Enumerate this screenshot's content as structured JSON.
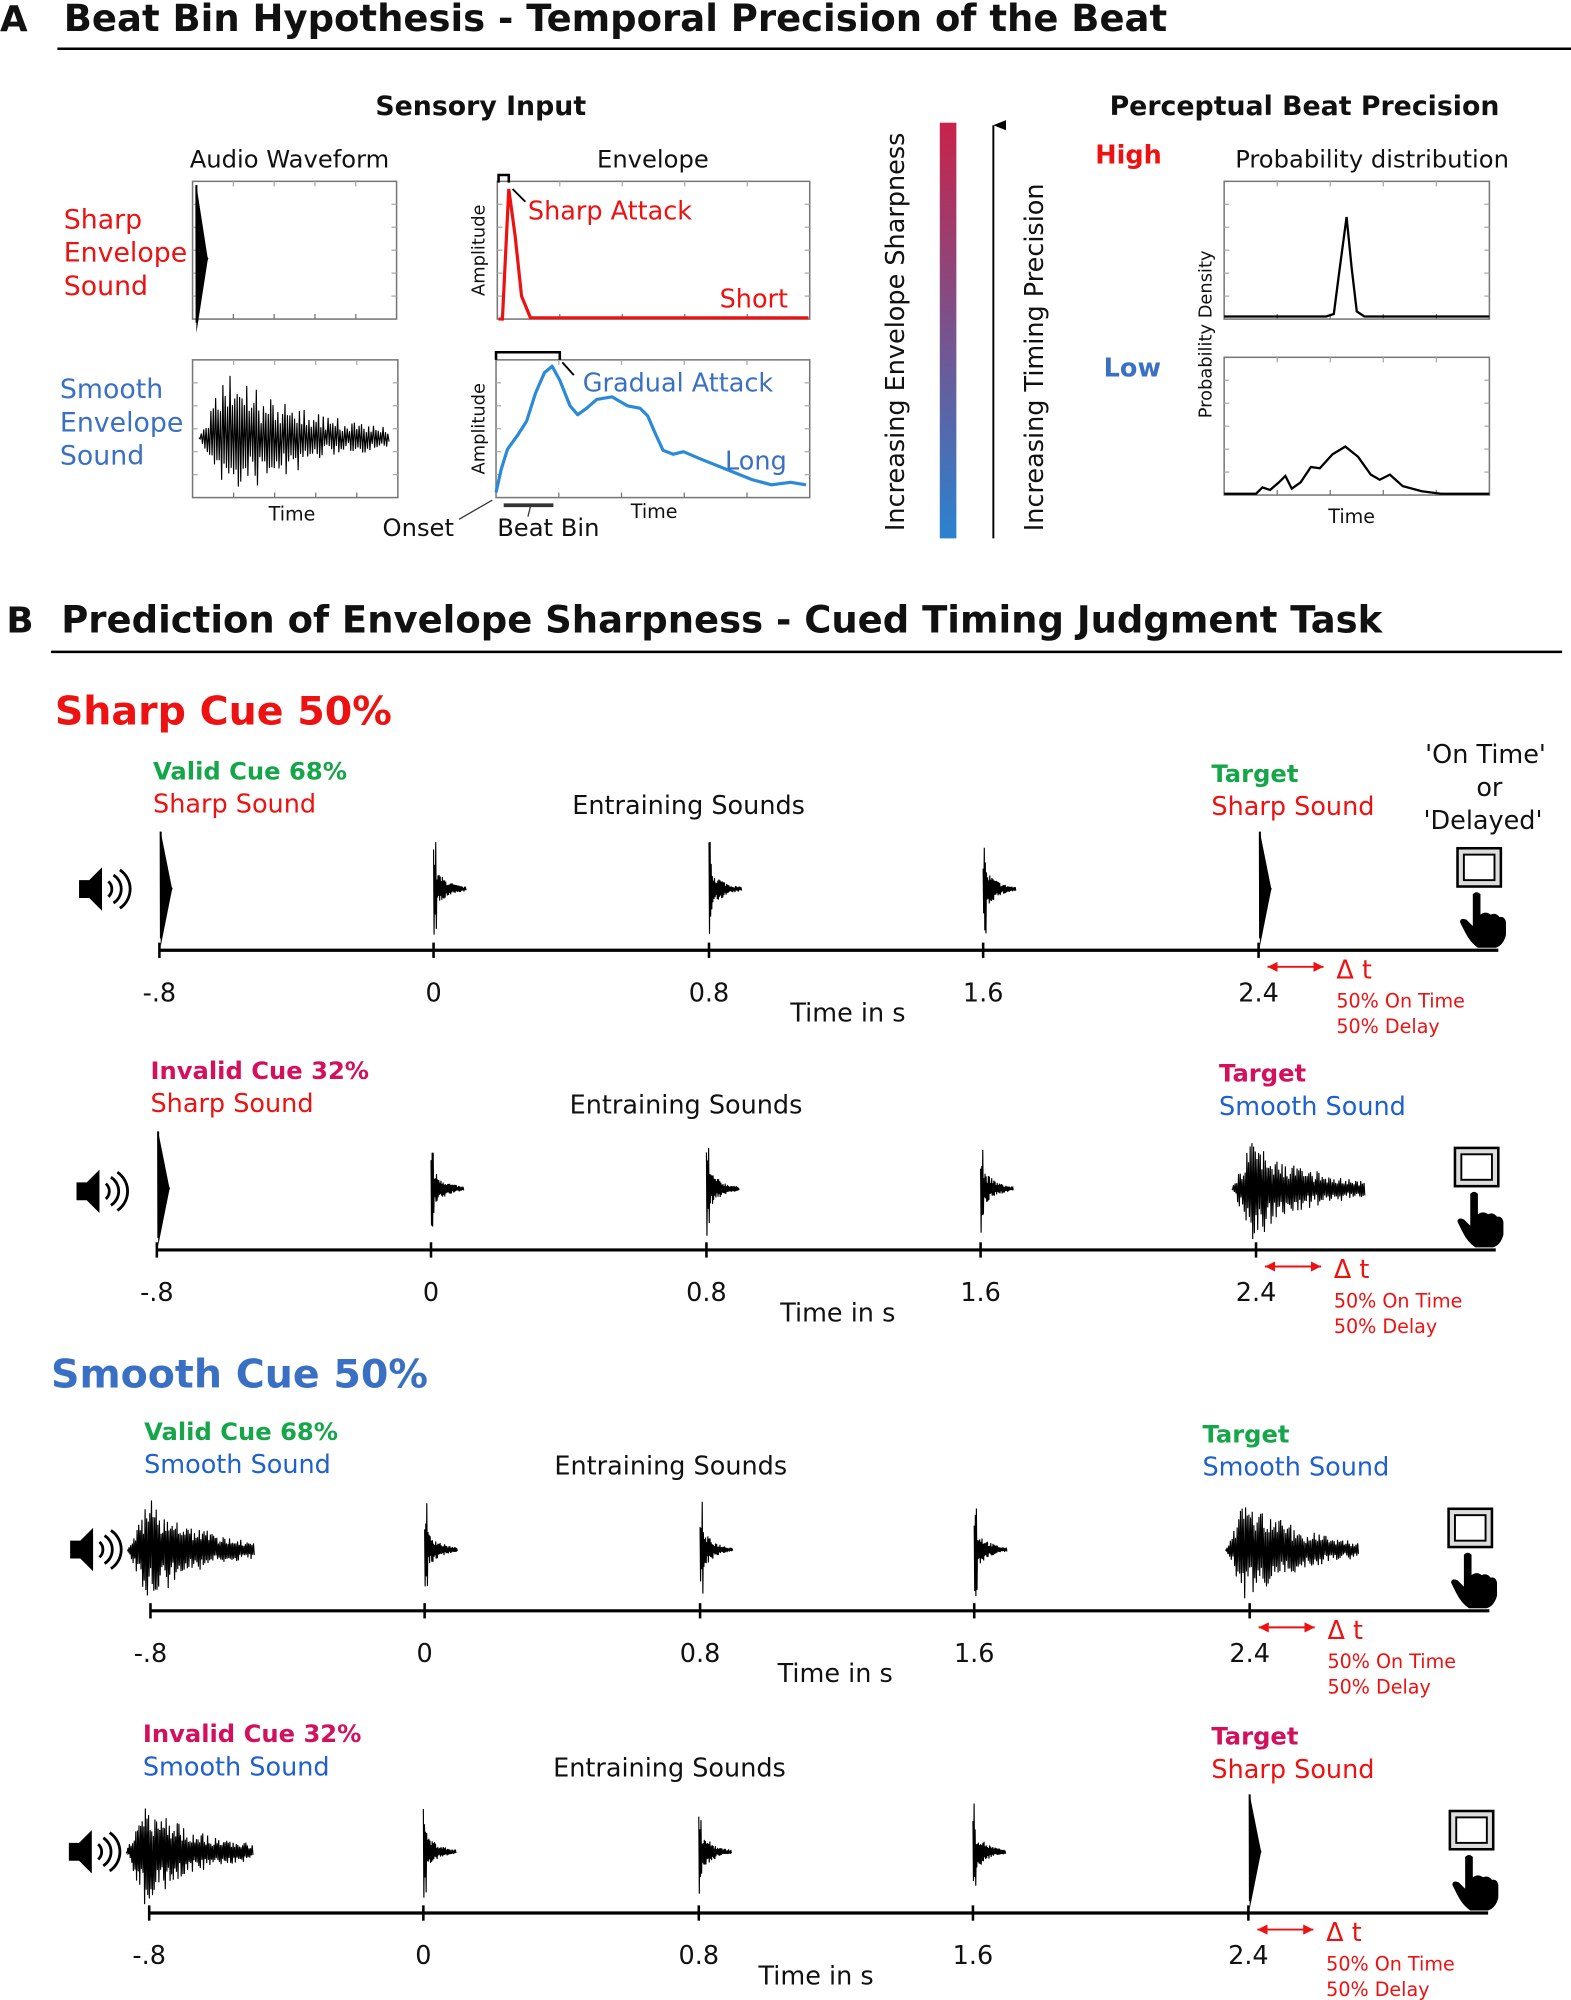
{
  "panel_a": {
    "letter": "A",
    "title": "Beat Bin Hypothesis - Temporal Precision of the Beat",
    "sensory_input": "Sensory Input",
    "audio_waveform": "Audio Waveform",
    "envelope": "Envelope",
    "sharp_label": [
      "Sharp",
      "Envelope",
      "Sound"
    ],
    "smooth_label": [
      "Smooth",
      "Envelope",
      "Sound"
    ],
    "amplitude": "Amplitude",
    "sharp_attack": "Sharp Attack",
    "short": "Short",
    "gradual_attack": "Gradual Attack",
    "long": "Long",
    "time": "Time",
    "onset": "Onset",
    "beat_bin": "Beat Bin",
    "increasing_sharpness": "Increasing Envelope Sharpness",
    "increasing_precision": "Increasing Timing Precision",
    "perceptual_precision": "Perceptual Beat Precision",
    "high": "High",
    "low": "Low",
    "probability_distribution": "Probability distribution",
    "probability_density": "Probability Density"
  },
  "panel_b": {
    "letter": "B",
    "title": "Prediction of Envelope Sharpness - Cued Timing Judgment Task",
    "response_prompt": [
      "'On Time'",
      "or",
      "'Delayed'"
    ],
    "entraining": "Entraining Sounds",
    "time_axis": "Time in s",
    "ticks": [
      "-.8",
      "0",
      "0.8",
      "1.6",
      "2.4"
    ],
    "delta_t": "Δ  t",
    "on_time": "50% On Time",
    "delay": "50% Delay",
    "target": "Target",
    "groups": [
      {
        "title": "Sharp Cue 50%",
        "color": "#ee1111"
      },
      {
        "title": "Smooth Cue 50%",
        "color": "#3a70c4"
      }
    ],
    "rows": [
      {
        "cue": "Valid Cue 68%",
        "cue_color": "#16a64a",
        "cue_sound": "Sharp Sound",
        "cue_sound_color": "#ee1111",
        "cue_wave": "sharp",
        "target_sound": "Sharp Sound",
        "target_sound_color": "#ee1111",
        "target_wave": "sharp"
      },
      {
        "cue": "Invalid Cue 32%",
        "cue_color": "#d4105c",
        "cue_sound": "Sharp Sound",
        "cue_sound_color": "#ee1111",
        "cue_wave": "sharp",
        "target_sound": "Smooth Sound",
        "target_sound_color": "#1f60cf",
        "target_wave": "smooth"
      },
      {
        "cue": "Valid Cue 68%",
        "cue_color": "#16a64a",
        "cue_sound": "Smooth Sound",
        "cue_sound_color": "#1f60cf",
        "cue_wave": "smooth",
        "target_sound": "Smooth Sound",
        "target_sound_color": "#1f60cf",
        "target_wave": "smooth"
      },
      {
        "cue": "Invalid Cue 32%",
        "cue_color": "#d4105c",
        "cue_sound": "Smooth Sound",
        "cue_sound_color": "#1f60cf",
        "cue_wave": "smooth",
        "target_sound": "Sharp Sound",
        "target_sound_color": "#ee1111",
        "target_wave": "sharp"
      }
    ]
  },
  "colors": {
    "red": "#ee1111",
    "blue": "#3a70c4",
    "envelope_blue": "#2a8ad8",
    "gradient_top": "#c8234a",
    "gradient_bottom": "#2a82d0",
    "delta": "#ee1111"
  }
}
